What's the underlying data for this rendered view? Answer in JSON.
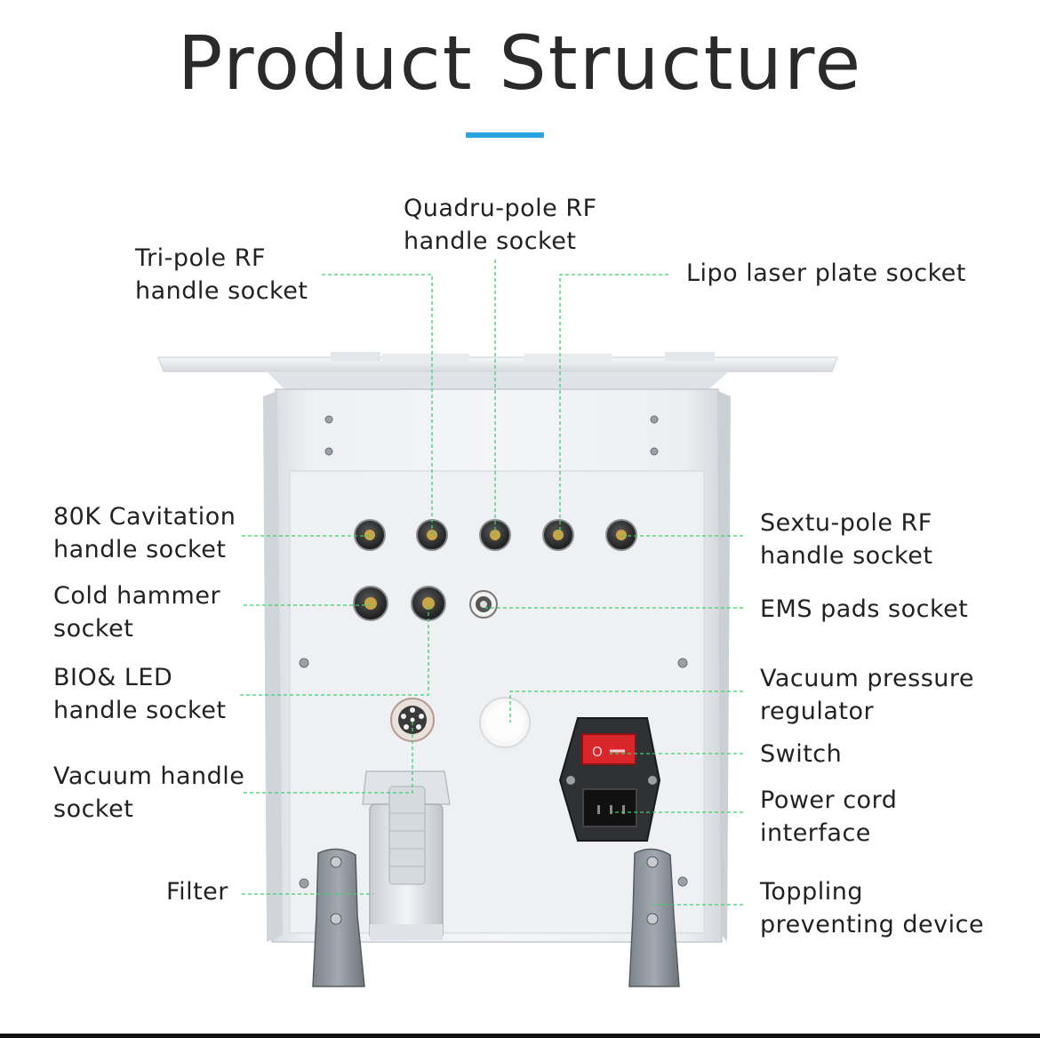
{
  "page": {
    "title": "Product Structure",
    "accent_color": "#29a3e0",
    "leader_color": "#3ecf6a"
  },
  "labels": {
    "tri_pole": {
      "line1": "Tri-pole RF",
      "line2": "handle socket"
    },
    "quadru_pole": {
      "line1": "Quadru-pole RF",
      "line2": "handle socket"
    },
    "lipo_laser": {
      "line1": "Lipo laser plate socket"
    },
    "cavitation": {
      "line1": "80K Cavitation",
      "line2": "handle socket"
    },
    "cold_hammer": {
      "line1": "Cold hammer",
      "line2": "socket"
    },
    "bio_led": {
      "line1": "BIO& LED",
      "line2": "handle socket"
    },
    "vacuum_handle": {
      "line1": "Vacuum handle",
      "line2": "socket"
    },
    "filter": {
      "line1": "Filter"
    },
    "sextu_pole": {
      "line1": "Sextu-pole RF",
      "line2": "handle socket"
    },
    "ems_pads": {
      "line1": "EMS pads socket"
    },
    "vacuum_regulator": {
      "line1": "Vacuum pressure",
      "line2": "regulator"
    },
    "switch": {
      "line1": "Switch"
    },
    "power_cord": {
      "line1": "Power cord",
      "line2": "interface"
    },
    "toppling": {
      "line1": "Toppling",
      "line2": "preventing device"
    }
  }
}
